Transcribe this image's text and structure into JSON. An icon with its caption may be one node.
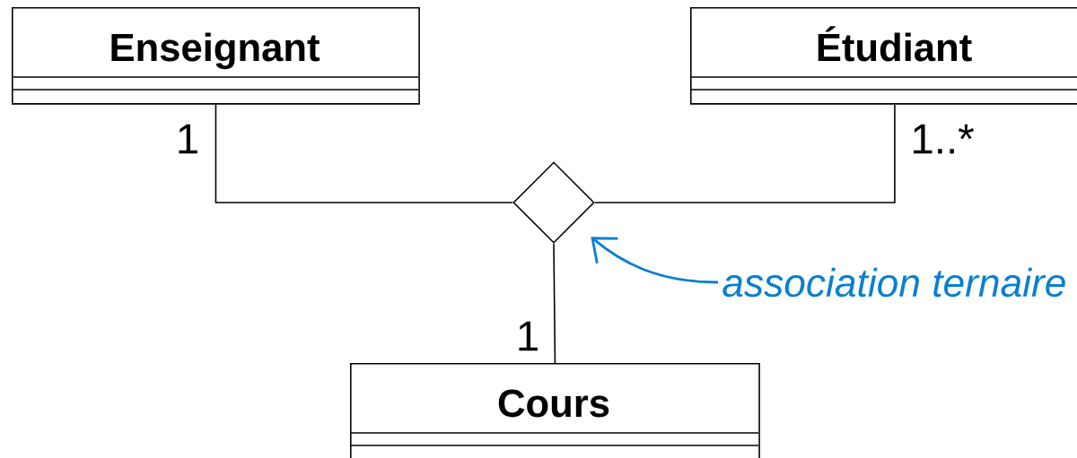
{
  "diagram": {
    "nodes": [
      {
        "text": [
          "Enseignant"
        ]
      },
      {
        "text": [
          "Étudiant"
        ]
      },
      {
        "text": [],
        "shape": "diamond"
      },
      {
        "text": [
          "Cours"
        ]
      },
      {
        "text": [
          "association ternaire"
        ]
      }
    ],
    "edges": [
      {
        "from": 0,
        "to": 2,
        "arrow": "none",
        "label": "1"
      },
      {
        "from": 1,
        "to": 2,
        "arrow": "none",
        "label": "1..*"
      },
      {
        "from": 3,
        "to": 2,
        "arrow": "none",
        "label": "1"
      },
      {
        "from": 4,
        "to": 2,
        "arrow": "to",
        "color": "#0a7fcf"
      }
    ]
  }
}
